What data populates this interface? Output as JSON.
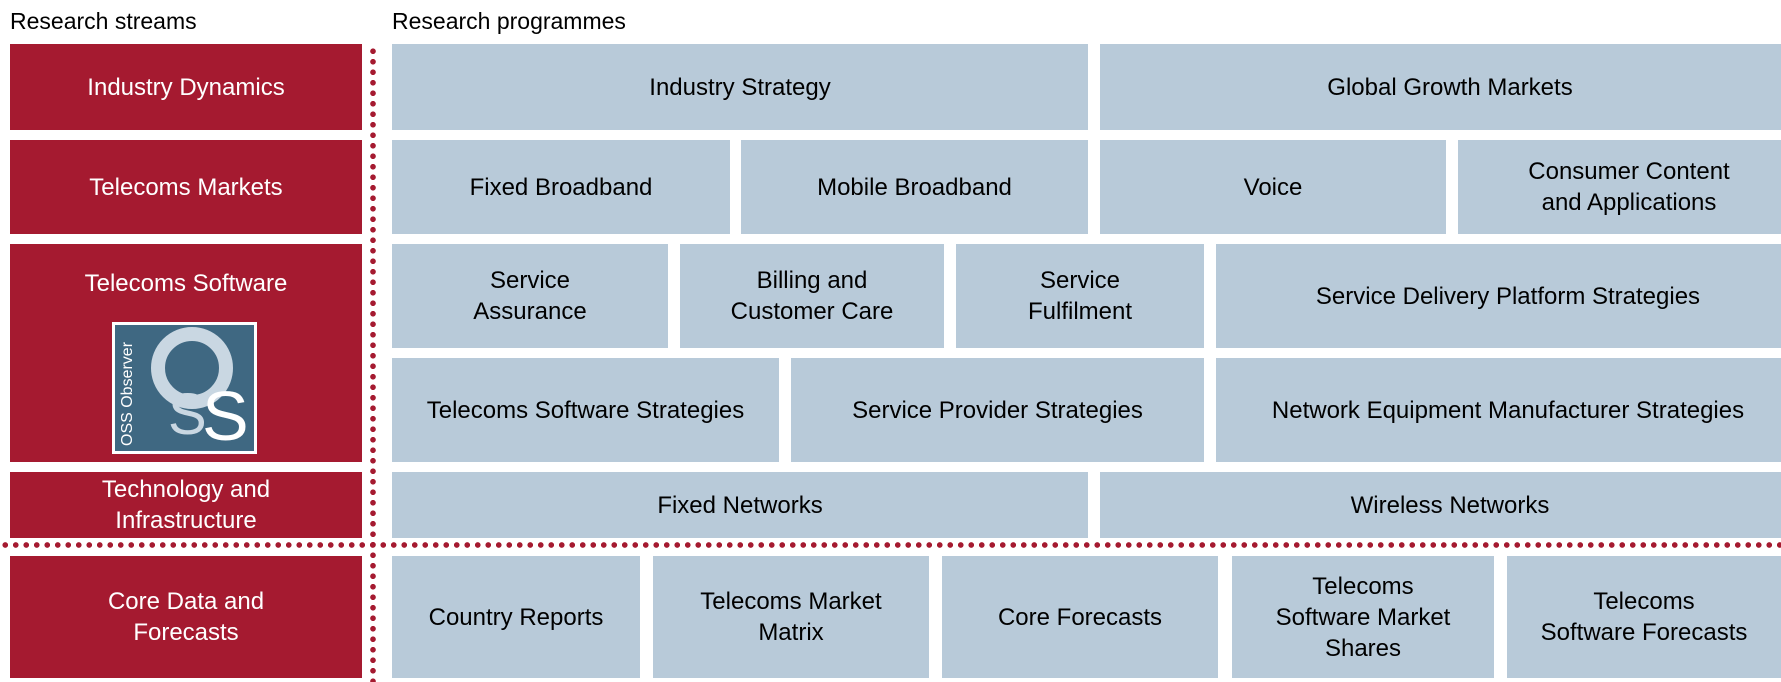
{
  "headers": {
    "streams": "Research streams",
    "programmes": "Research programmes"
  },
  "streams": [
    {
      "label": "Industry Dynamics"
    },
    {
      "label": "Telecoms Markets"
    },
    {
      "label": "Telecoms Software",
      "logo_text": "OSS Observer"
    },
    {
      "label": "Technology and\nInfrastructure"
    },
    {
      "label": "Core Data and\nForecasts"
    }
  ],
  "programmes": {
    "industry_dynamics": [
      "Industry Strategy",
      "Global Growth Markets"
    ],
    "telecoms_markets": [
      "Fixed Broadband",
      "Mobile Broadband",
      "Voice",
      "Consumer Content\nand Applications"
    ],
    "telecoms_software_row1": [
      "Service\nAssurance",
      "Billing and\nCustomer Care",
      "Service\nFulfilment",
      "Service Delivery Platform Strategies"
    ],
    "telecoms_software_row2": [
      "Telecoms Software Strategies",
      "Service Provider Strategies",
      "Network Equipment Manufacturer Strategies"
    ],
    "technology_infrastructure": [
      "Fixed Networks",
      "Wireless Networks"
    ],
    "core_data": [
      "Country Reports",
      "Telecoms Market\nMatrix",
      "Core Forecasts",
      "Telecoms\nSoftware Market\nShares",
      "Telecoms\nSoftware Forecasts"
    ]
  },
  "colors": {
    "stream_bg": "#a51a30",
    "programme_bg": "#b8cad9",
    "dots": "#a51a30",
    "logo_bg": "#3f6882"
  },
  "icons": {
    "logo": "oss-observer-logo"
  }
}
